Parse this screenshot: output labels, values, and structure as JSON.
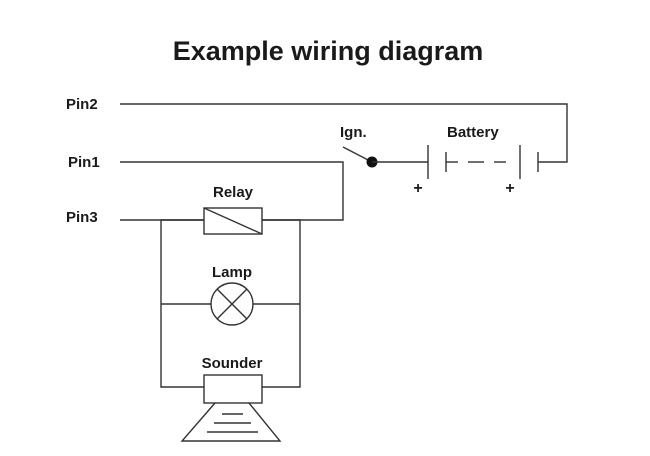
{
  "title": "Example wiring diagram",
  "pins": {
    "pin1": "Pin1",
    "pin2": "Pin2",
    "pin3": "Pin3"
  },
  "components": {
    "ignition": "Ign.",
    "battery": "Battery",
    "relay": "Relay",
    "lamp": "Lamp",
    "sounder": "Sounder"
  },
  "polarity": {
    "battery_left": "+",
    "battery_right": "+"
  },
  "colors": {
    "line": "#333333",
    "text": "#1a1a1a",
    "background": "#ffffff"
  }
}
